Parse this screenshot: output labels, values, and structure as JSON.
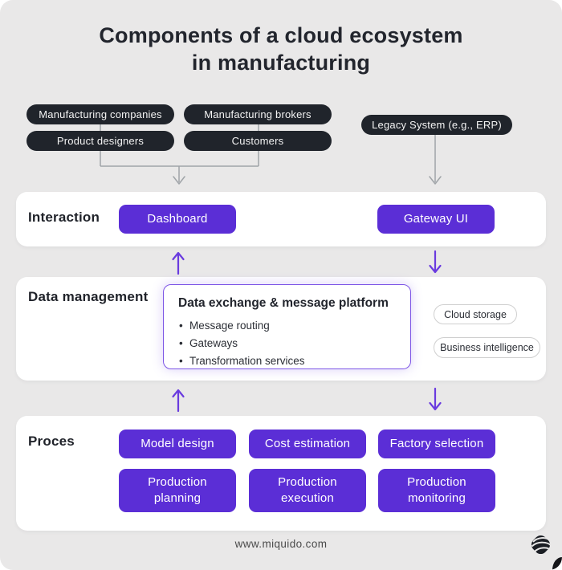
{
  "page": {
    "title_lines": [
      "Components of a cloud ecosystem",
      "in manufacturing"
    ]
  },
  "colors": {
    "background": "#e9e8e8",
    "panel": "#ffffff",
    "dark_pill": "#20242b",
    "accent_purple": "#5b2ed6",
    "arrow_purple": "#6a3bdf",
    "connector_gray": "#a0a4a8",
    "platform_border": "#7d55e6",
    "text_dark": "#22252d"
  },
  "stakeholders": [
    "Manufacturing companies",
    "Manufacturing brokers",
    "Product designers",
    "Customers"
  ],
  "legacy_system": "Legacy System (e.g., ERP)",
  "sections": {
    "interaction": {
      "label": "Interaction",
      "buttons": [
        "Dashboard",
        "Gateway UI"
      ]
    },
    "data_management": {
      "label": "Data management",
      "platform": {
        "title": "Data exchange & message platform",
        "bullets": [
          "Message routing",
          "Gateways",
          "Transformation services"
        ]
      },
      "outputs": [
        "Cloud storage",
        "Business intelligence"
      ]
    },
    "process": {
      "label": "Proces",
      "buttons": [
        "Model design",
        "Cost estimation",
        "Factory selection",
        "Production planning",
        "Production execution",
        "Production monitoring"
      ]
    }
  },
  "footer": {
    "url": "www.miquido.com",
    "logo_icon": "miquido-logo"
  }
}
